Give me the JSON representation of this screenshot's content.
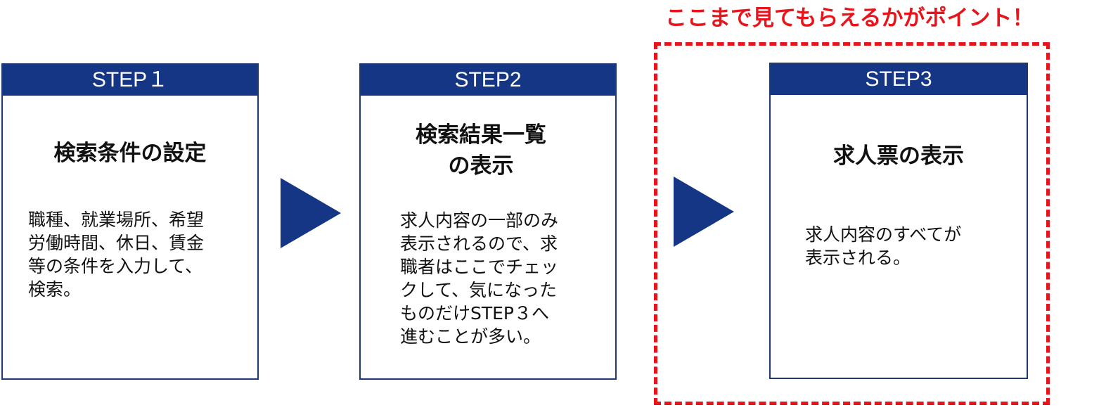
{
  "highlight": {
    "label": "ここまで見てもらえるかがポイント！",
    "color": "#e8141b"
  },
  "colors": {
    "header": "#153585",
    "arrow": "#153585",
    "border": "#1e3a6e"
  },
  "steps": [
    {
      "header": "STEP１",
      "title_lines": [
        "検索条件の設定"
      ],
      "desc_lines": [
        "職種、就業場所、希望",
        "労働時間、休日、賃金",
        "等の条件を入力して、",
        "検索。"
      ]
    },
    {
      "header": "STEP2",
      "title_lines": [
        "検索結果一覧",
        "の表示"
      ],
      "desc_lines": [
        "求人内容の一部のみ",
        "表示されるので、求",
        "職者はここでチェッ",
        "クして、気になった",
        "ものだけSTEP３へ",
        "進むことが多い。"
      ]
    },
    {
      "header": "STEP3",
      "title_lines": [
        "求人票の表示"
      ],
      "desc_lines": [
        "求人内容のすべてが",
        "表示される。"
      ]
    }
  ],
  "arrows": [
    "play-arrow-icon",
    "play-arrow-icon"
  ]
}
